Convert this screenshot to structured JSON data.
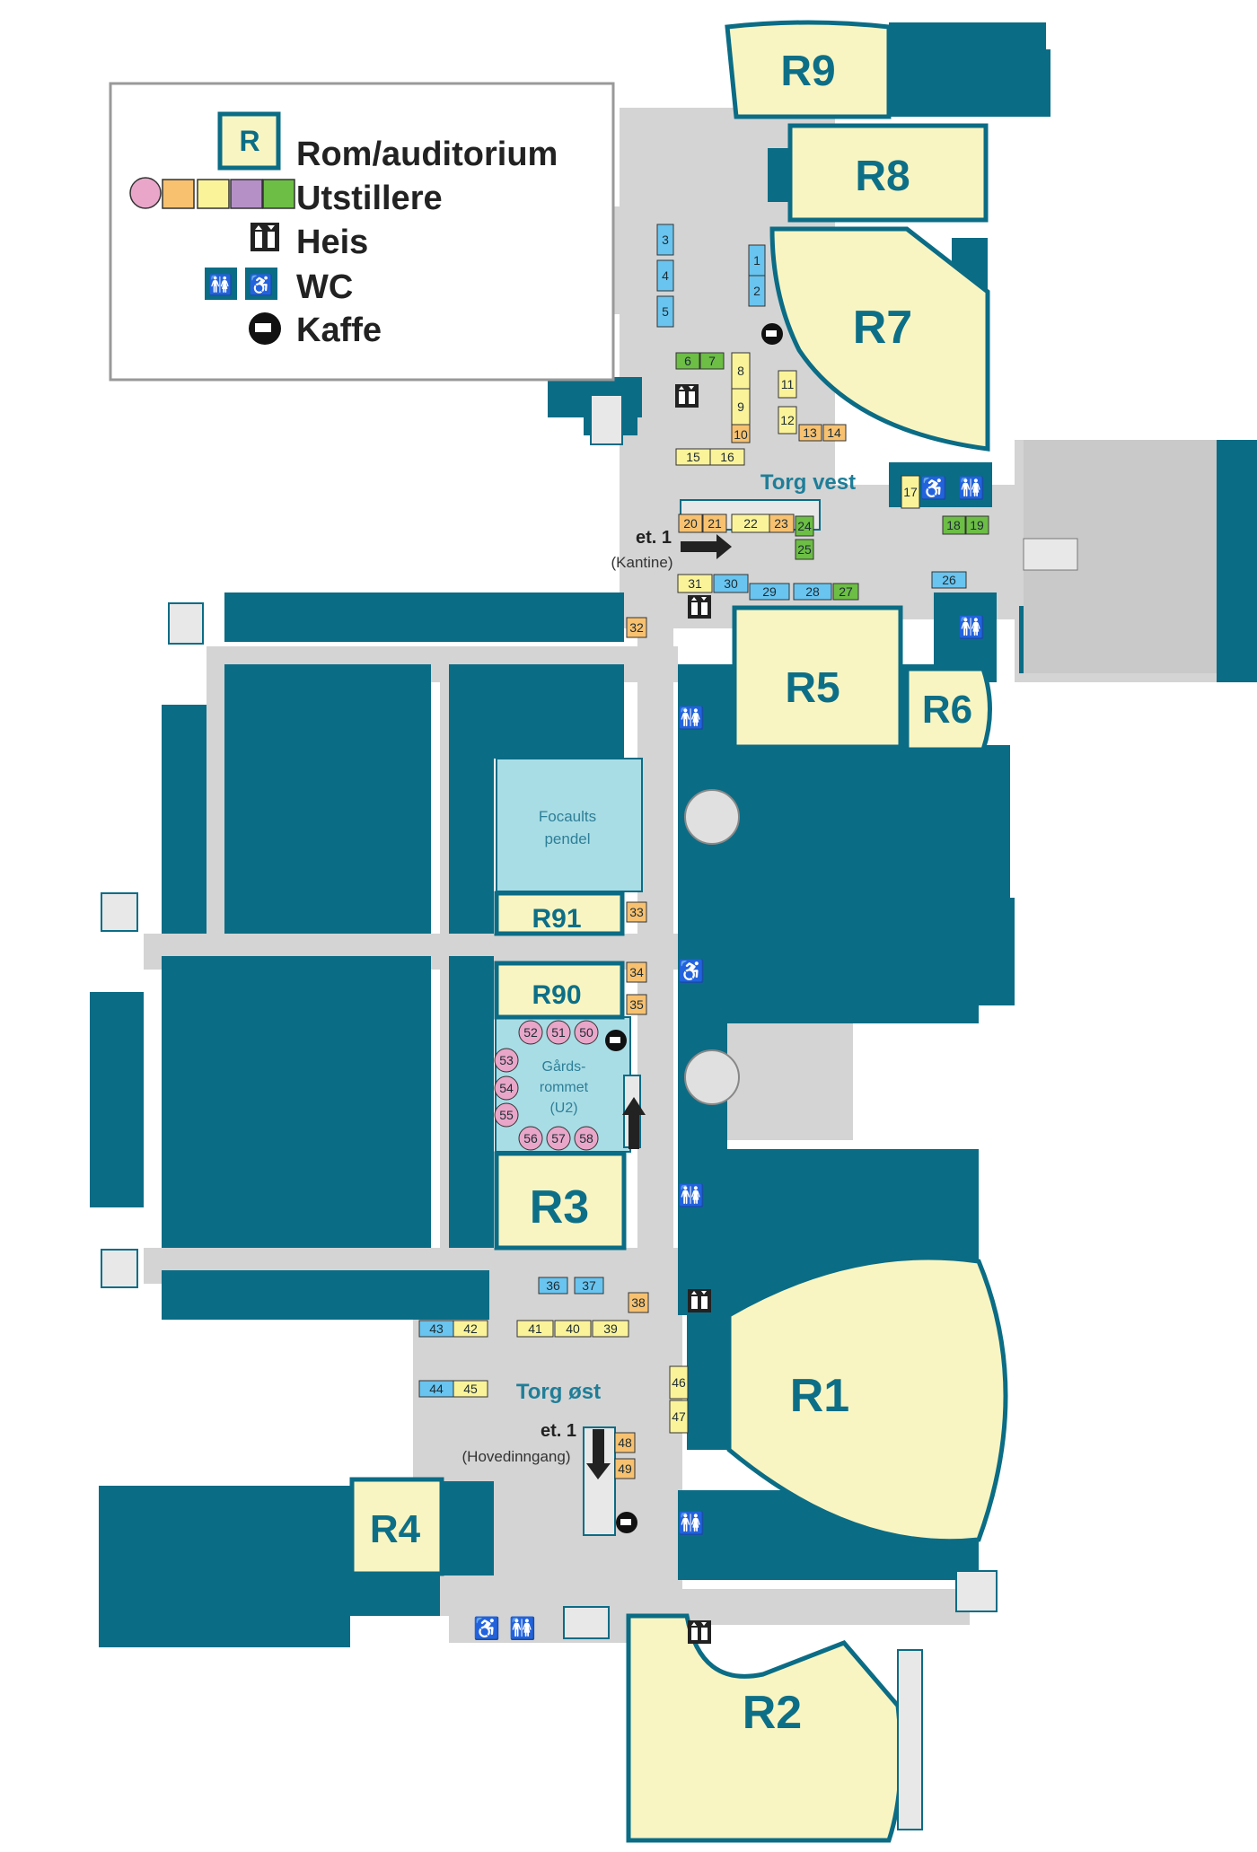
{
  "legend": {
    "room_key": "R",
    "room": "Rom/auditorium",
    "exhibitors": "Utstillere",
    "elevator": "Heis",
    "wc": "WC",
    "coffee": "Kaffe"
  },
  "colors": {
    "wall": "#0b6c85",
    "corridor": "#d4d4d4",
    "room": "#f9f5c2",
    "room_border": "#0b6c85",
    "water": "#a9dde6",
    "stand_blue": "#69c4ef",
    "stand_orange": "#f7c170",
    "stand_yellow": "#fbf39a",
    "stand_green": "#6cbe45",
    "stand_pink": "#e9a6c9",
    "stand_purple": "#b590c7"
  },
  "rooms": {
    "r1": "R1",
    "r2": "R2",
    "r3": "R3",
    "r4": "R4",
    "r5": "R5",
    "r6": "R6",
    "r7": "R7",
    "r8": "R8",
    "r9": "R9",
    "r90": "R90",
    "r91": "R91"
  },
  "areas": {
    "torg_vest": "Torg vest",
    "torg_ost": "Torg øst",
    "focault_1": "Focaults",
    "focault_2": "pendel",
    "gards_1": "Gårds-",
    "gards_2": "rommet",
    "gards_3": "(U2)",
    "et1_a": "et. 1",
    "kantine": "(Kantine)",
    "et1_b": "et. 1",
    "hovedinngang": "(Hovedinngang)"
  },
  "stands": {
    "s1": "1",
    "s2": "2",
    "s3": "3",
    "s4": "4",
    "s5": "5",
    "s6": "6",
    "s7": "7",
    "s8": "8",
    "s9": "9",
    "s10": "10",
    "s11": "11",
    "s12": "12",
    "s13": "13",
    "s14": "14",
    "s15": "15",
    "s16": "16",
    "s17": "17",
    "s18": "18",
    "s19": "19",
    "s20": "20",
    "s21": "21",
    "s22": "22",
    "s23": "23",
    "s24": "24",
    "s25": "25",
    "s26": "26",
    "s27": "27",
    "s28": "28",
    "s29": "29",
    "s30": "30",
    "s31": "31",
    "s32": "32",
    "s33": "33",
    "s34": "34",
    "s35": "35",
    "s36": "36",
    "s37": "37",
    "s38": "38",
    "s39": "39",
    "s40": "40",
    "s41": "41",
    "s42": "42",
    "s43": "43",
    "s44": "44",
    "s45": "45",
    "s46": "46",
    "s47": "47",
    "s48": "48",
    "s49": "49",
    "s50": "50",
    "s51": "51",
    "s52": "52",
    "s53": "53",
    "s54": "54",
    "s55": "55",
    "s56": "56",
    "s57": "57",
    "s58": "58"
  }
}
